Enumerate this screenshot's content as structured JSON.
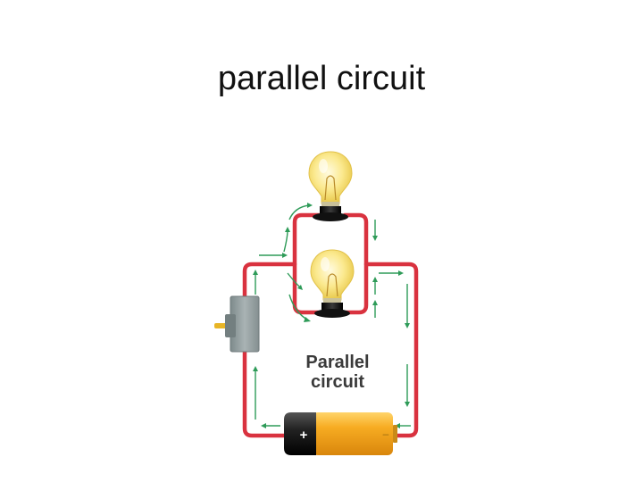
{
  "slide": {
    "title": "parallel circuit"
  },
  "diagram": {
    "label_line1": "Parallel",
    "label_line2": "circuit",
    "battery_plus": "+",
    "battery_minus": "–"
  },
  "colors": {
    "wire": "#d9323f",
    "arrow": "#2e9b58",
    "battery_body": "#f4a41c",
    "battery_cap": "#222222",
    "bulb_glass": "#fbe98e",
    "bulb_socket": "#1d1d1d",
    "switch_body": "#8f9a9b",
    "switch_lever": "#e8b526"
  }
}
